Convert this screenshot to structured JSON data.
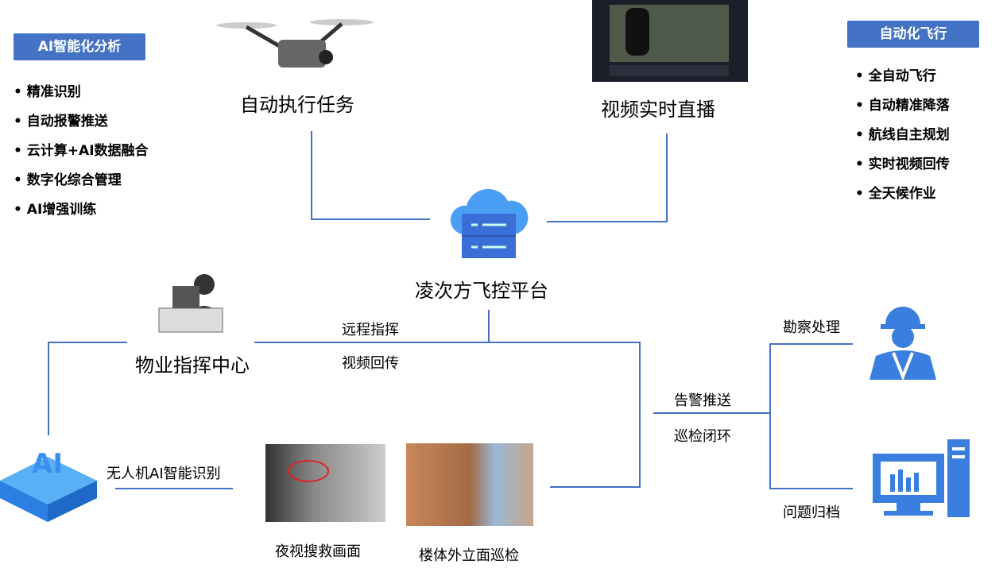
{
  "left_panel": {
    "title": "AI智能化分析",
    "items": [
      "精准识别",
      "自动报警推送",
      "云计算+AI数据融合",
      "数字化综合管理",
      "AI增强训练"
    ]
  },
  "right_panel": {
    "title": "自动化飞行",
    "items": [
      "全自动飞行",
      "自动精准降落",
      "航线自主规划",
      "实时视频回传",
      "全天候作业"
    ]
  },
  "nodes": {
    "drone": "自动执行任务",
    "live": "视频实时直播",
    "platform": "凌次方飞控平台",
    "command": "物业指挥中心",
    "ai": "无人机AI智能识别",
    "night": "夜视搜救画面",
    "facade": "楼体外立面巡检",
    "survey": "勘察处理",
    "archive": "问题归档"
  },
  "edges": {
    "remote": "远程指挥",
    "video_back": "视频回传",
    "alert": "告警推送",
    "loop": "巡检闭环"
  },
  "colors": {
    "accent": "#4472c4",
    "cloud": "#4a9ff5"
  }
}
